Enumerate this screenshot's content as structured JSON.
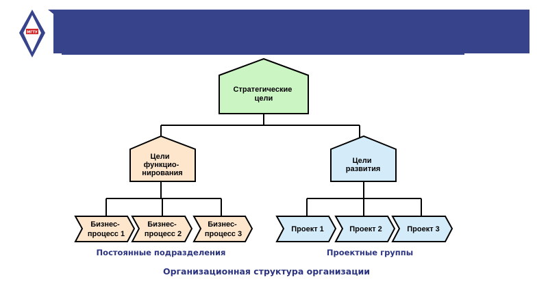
{
  "colors": {
    "header_bg": "#37438a",
    "strategic_fill": "#ccf5c4",
    "functional_fill": "#fde6cc",
    "development_fill": "#d4ecf9",
    "caption_color": "#2c3480"
  },
  "logo": {
    "icon": "diamond-emblem-icon",
    "text": "МГТУ"
  },
  "diagram": {
    "strategic_goals": [
      "Стратегические",
      "цели"
    ],
    "functional_goals": [
      "Цели",
      "функцио-",
      "нирования"
    ],
    "development_goals": [
      "Цели",
      "развития"
    ],
    "business_processes": [
      [
        "Бизнес-",
        "процесс 1"
      ],
      [
        "Бизнес-",
        "процесс 2"
      ],
      [
        "Бизнес-",
        "процесс 3"
      ]
    ],
    "projects": [
      "Проект 1",
      "Проект 2",
      "Проект 3"
    ]
  },
  "captions": {
    "permanent_units": "Постоянные подразделения",
    "project_groups": "Проектные группы",
    "org_structure": "Организационная структура организации"
  }
}
